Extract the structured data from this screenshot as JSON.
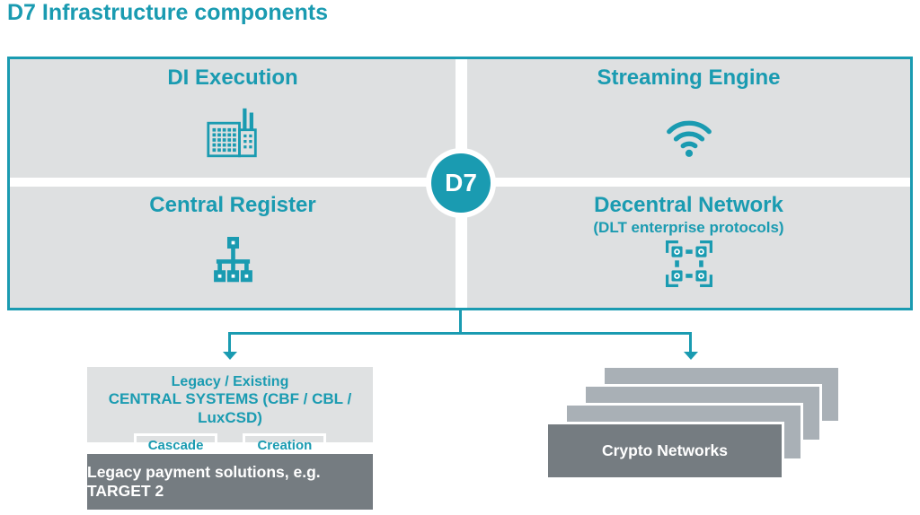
{
  "title": "D7 Infrastructure components",
  "center_badge": {
    "label": "D7"
  },
  "quadrants": [
    {
      "label": "DI Execution",
      "icon": "building-icon"
    },
    {
      "label": "Streaming Engine",
      "icon": "wifi-icon"
    },
    {
      "label": "Central Register",
      "icon": "org-chart-icon"
    },
    {
      "label": "Decentral Network",
      "sublabel": "(DLT enterprise protocols)",
      "icon": "dlt-network-icon"
    }
  ],
  "legacy_systems_box": {
    "line1": "Legacy / Existing",
    "line2": "CENTRAL SYSTEMS (CBF / CBL / LuxCSD)",
    "buttons": [
      {
        "label": "Cascade"
      },
      {
        "label": "Creation"
      }
    ]
  },
  "legacy_payment_box": {
    "label": "Legacy payment solutions, e.g. TARGET 2"
  },
  "crypto_networks_stack": {
    "label": "Crypto Networks",
    "card_count": 4
  },
  "colors": {
    "teal": "#1a9bb1",
    "panel_gray": "#dee0e1",
    "dark_gray": "#757c81",
    "card_gray": "#a9b0b6"
  }
}
